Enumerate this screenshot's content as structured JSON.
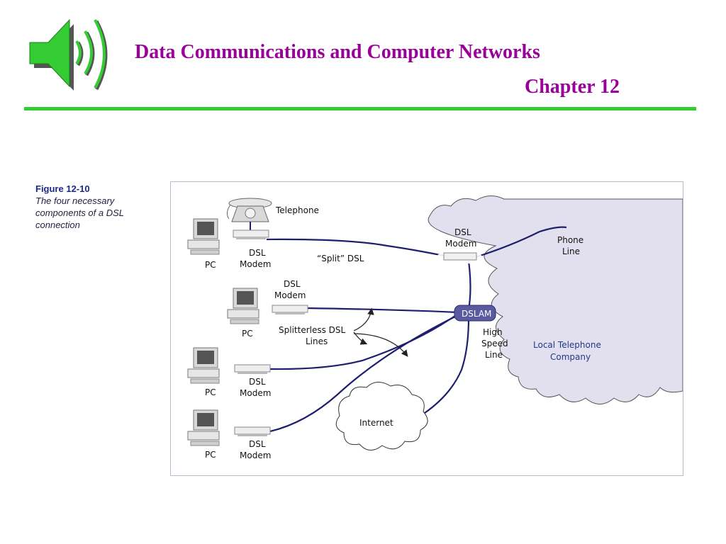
{
  "header": {
    "title": "Data Communications and Computer Networks",
    "chapter": "Chapter 12"
  },
  "figure": {
    "label": "Figure 12-10",
    "caption": "The four necessary components of a DSL connection"
  },
  "diagram": {
    "telephone": "Telephone",
    "pc_label": "PC",
    "dsl": "DSL",
    "modem": "Modem",
    "split_dsl": "“Split” DSL",
    "splitterless_line1": "Splitterless DSL",
    "splitterless_line2": "Lines",
    "phone_line1": "Phone",
    "phone_line2": "Line",
    "dslam": "DSLAM",
    "high": "High",
    "speed": "Speed",
    "line": "Line",
    "local_telephone": "Local Telephone",
    "company": "Company",
    "internet": "Internet"
  },
  "colors": {
    "title": "#990099",
    "rule": "#33cc33",
    "speaker": "#33cc33",
    "cloud_fill": "#e2e0ee",
    "line": "#1f1f6e",
    "dslam_fill": "#5a5aa0"
  }
}
